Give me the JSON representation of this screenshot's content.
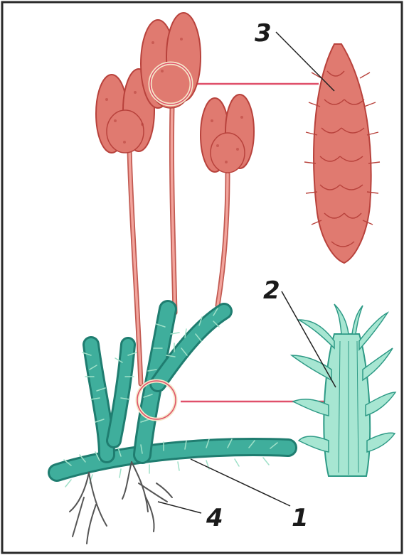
{
  "labels": {
    "stem": "1",
    "leaf_detail": "2",
    "strobilus_detail": "3",
    "root": "4"
  },
  "colors": {
    "frame": "#2a2a2a",
    "cone_fill": "#e07a70",
    "cone_dark": "#b8423c",
    "stalk": "#e8867e",
    "stalk_edge": "#c25a52",
    "moss_fill": "#3fae9c",
    "moss_dark": "#1f7d70",
    "moss_light": "#9fe0c8",
    "leaf_fill": "#a7e6d2",
    "leaf_dark": "#2e9a86",
    "callout_line": "#e0506a",
    "root": "#555555"
  }
}
